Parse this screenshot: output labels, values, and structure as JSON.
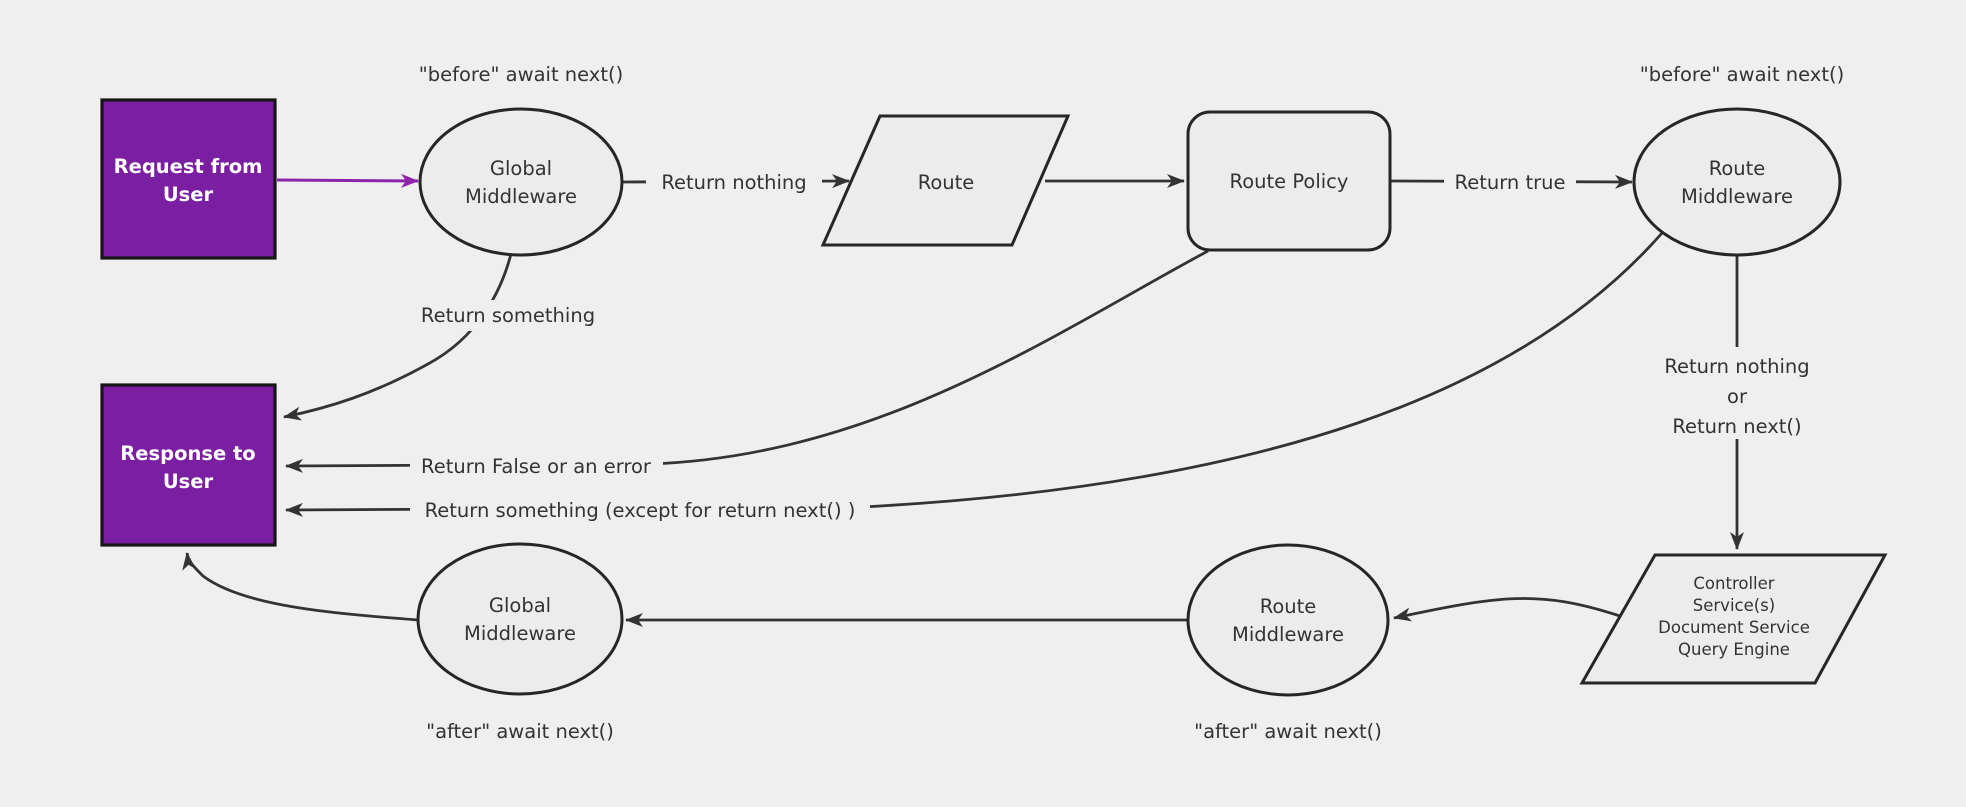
{
  "diagram": {
    "colors": {
      "background": "#efefef",
      "node_fill": "#ececec",
      "node_stroke": "#262626",
      "edge": "#333333",
      "purple_fill": "#7b1fa2",
      "purple_stroke": "#161616",
      "purple_edge": "#8e24aa",
      "text": "#333333",
      "text_on_purple": "#ffffff"
    },
    "nodes": {
      "request": {
        "lines": [
          "Request from",
          "User"
        ]
      },
      "global_mw_top": {
        "lines": [
          "Global",
          "Middleware"
        ]
      },
      "route": {
        "label": "Route"
      },
      "route_policy": {
        "label": "Route Policy"
      },
      "route_mw_top": {
        "lines": [
          "Route",
          "Middleware"
        ]
      },
      "response": {
        "lines": [
          "Response to",
          "User"
        ]
      },
      "global_mw_bottom": {
        "lines": [
          "Global",
          "Middleware"
        ]
      },
      "route_mw_bottom": {
        "lines": [
          "Route",
          "Middleware"
        ]
      },
      "controller": {
        "lines": [
          "Controller",
          "Service(s)",
          "Document Service",
          "Query Engine"
        ]
      }
    },
    "annotations": {
      "before_left": "\"before\" await next()",
      "before_right": "\"before\" await next()",
      "after_left": "\"after\" await next()",
      "after_right": "\"after\" await next()"
    },
    "edge_labels": {
      "return_nothing": "Return nothing",
      "return_true": "Return true",
      "return_something": "Return something",
      "return_false": "Return False or an error",
      "return_something_except": "Return something (except for return next() )",
      "return_nothing_or": {
        "lines": [
          "Return nothing",
          "or",
          "Return next()"
        ]
      }
    }
  }
}
